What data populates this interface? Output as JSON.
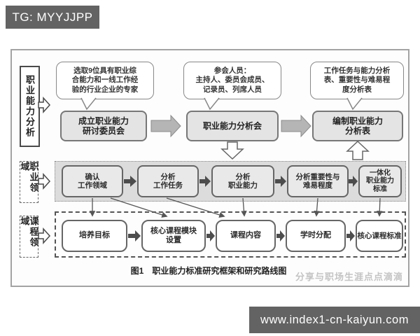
{
  "overlays": {
    "tg_badge": "TG: MYYJJPP",
    "url_badge": "www.index1-cn-kaiyun.com"
  },
  "diagram": {
    "row_labels": [
      {
        "label": "职业能力分析"
      },
      {
        "label": "职业领域"
      },
      {
        "label": "课程领域"
      }
    ],
    "bubbles": [
      {
        "text": "选取9位具有职业综\n合能力和一线工作经\n验的行业企业的专家"
      },
      {
        "text": "参会人员：\n主持人、委员会成员、\n记录员、列席人员"
      },
      {
        "text": "工作任务与能力分析\n表、重要性与难易程\n度分析表"
      }
    ],
    "row1": [
      "成立职业能力\n研讨委员会",
      "职业能力分析会",
      "编制职业能力\n分析表"
    ],
    "row2": [
      "确认\n工作领域",
      "分析\n工作任务",
      "分析\n职业能力",
      "分析重要性与\n难易程度",
      "一体化\n职业能力\n标准"
    ],
    "row3": [
      "培养目标",
      "核心课程模块\n设置",
      "课程内容",
      "学时分配",
      "核心课程标准"
    ],
    "caption": "图1　职业能力标准研究框架和研究路线图",
    "watermark": "分享与职场生涯点点滴滴",
    "colors": {
      "badge_bg": "#636363",
      "band_fill": "#dcdcdc",
      "box_fill": "#e4e4e4",
      "arrow_gray": "#b5b5b5",
      "arrow_dark": "#4d4d4d"
    }
  }
}
